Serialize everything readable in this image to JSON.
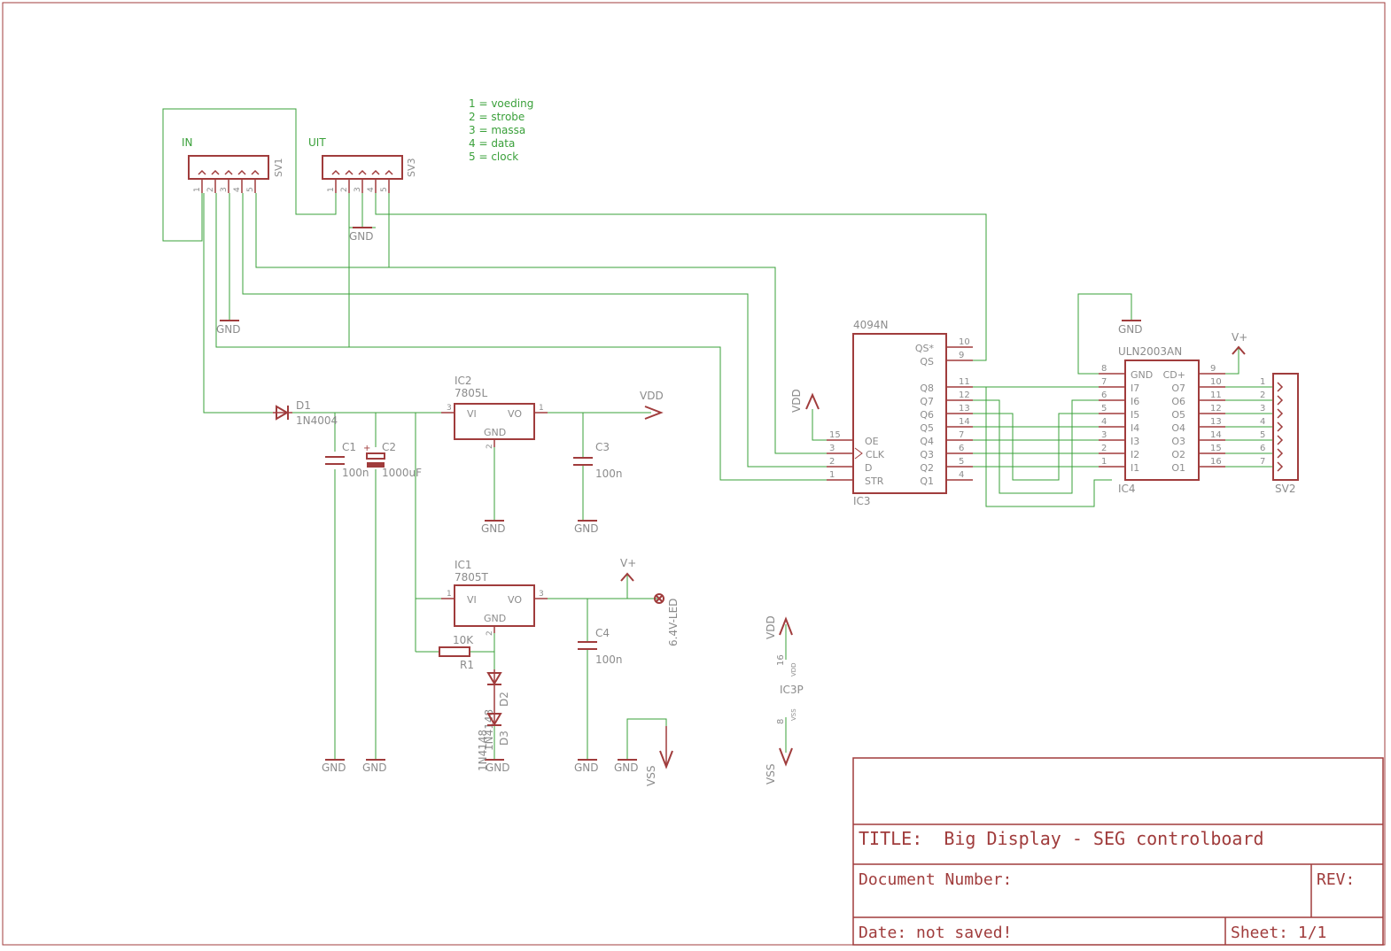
{
  "colors": {
    "net": "#3aa03a",
    "part": "#a03c3c",
    "label": "#8c8c8c",
    "text_green": "#3aa03a"
  },
  "legend": [
    "1 = voeding",
    "2 = strobe",
    "3 = massa",
    "4 = data",
    "5 = clock"
  ],
  "connectors": {
    "sv1": {
      "name": "IN",
      "ref": "SV1",
      "pins": [
        "1",
        "2",
        "3",
        "4",
        "5"
      ]
    },
    "sv3": {
      "name": "UIT",
      "ref": "SV3",
      "pins": [
        "1",
        "2",
        "3",
        "4",
        "5"
      ]
    },
    "sv2": {
      "ref": "SV2",
      "pins": [
        "1",
        "2",
        "3",
        "4",
        "5",
        "6",
        "7"
      ]
    }
  },
  "supplies": {
    "gnd": "GND",
    "vdd": "VDD",
    "vplus": "V+",
    "vss": "VSS"
  },
  "diodes": {
    "d1": {
      "ref": "D1",
      "value": "1N4004"
    },
    "d2": {
      "ref": "D2",
      "value": "1N4148"
    },
    "d3": {
      "ref": "D3",
      "value": "1N4148"
    },
    "led": {
      "value": "6.4V-LED"
    }
  },
  "caps": {
    "c1": {
      "ref": "C1",
      "value": "100n"
    },
    "c2": {
      "ref": "C2",
      "value": "1000uF"
    },
    "c3": {
      "ref": "C3",
      "value": "100n"
    },
    "c4": {
      "ref": "C4",
      "value": "100n"
    }
  },
  "resistor": {
    "ref": "R1",
    "value": "10K"
  },
  "regulators": {
    "ic2": {
      "ref": "IC2",
      "value": "7805L",
      "pin_vi": "VI",
      "pin_vo": "VO",
      "pin_gnd": "GND",
      "n_in": "3",
      "n_out": "1",
      "n_gnd": "2"
    },
    "ic1": {
      "ref": "IC1",
      "value": "7805T",
      "pin_vi": "VI",
      "pin_vo": "VO",
      "pin_gnd": "GND",
      "n_in": "1",
      "n_out": "3",
      "n_gnd": "2"
    }
  },
  "ic3": {
    "ref": "IC3",
    "value": "4094N",
    "left_pins": [
      {
        "num": "15",
        "name": "OE"
      },
      {
        "num": "3",
        "name": "CLK"
      },
      {
        "num": "2",
        "name": "D"
      },
      {
        "num": "1",
        "name": "STR"
      }
    ],
    "right_pins": [
      {
        "num": "10",
        "name": "QS*"
      },
      {
        "num": "9",
        "name": "QS"
      },
      {
        "num": "11",
        "name": "Q8"
      },
      {
        "num": "12",
        "name": "Q7"
      },
      {
        "num": "13",
        "name": "Q6"
      },
      {
        "num": "14",
        "name": "Q5"
      },
      {
        "num": "7",
        "name": "Q4"
      },
      {
        "num": "6",
        "name": "Q3"
      },
      {
        "num": "5",
        "name": "Q2"
      },
      {
        "num": "4",
        "name": "Q1"
      }
    ]
  },
  "ic4": {
    "ref": "IC4",
    "value": "ULN2003AN",
    "left_pins": [
      {
        "num": "8",
        "name": "GND"
      },
      {
        "num": "7",
        "name": "I7"
      },
      {
        "num": "6",
        "name": "I6"
      },
      {
        "num": "5",
        "name": "I5"
      },
      {
        "num": "4",
        "name": "I4"
      },
      {
        "num": "3",
        "name": "I3"
      },
      {
        "num": "2",
        "name": "I2"
      },
      {
        "num": "1",
        "name": "I1"
      }
    ],
    "right_pins": [
      {
        "num": "9",
        "name": "CD+"
      },
      {
        "num": "10",
        "name": "O7"
      },
      {
        "num": "11",
        "name": "O6"
      },
      {
        "num": "12",
        "name": "O5"
      },
      {
        "num": "13",
        "name": "O4"
      },
      {
        "num": "14",
        "name": "O3"
      },
      {
        "num": "15",
        "name": "O2"
      },
      {
        "num": "16",
        "name": "O1"
      }
    ]
  },
  "ic3p": {
    "ref": "IC3P",
    "vdd_pin": "16",
    "vdd_name": "VDD",
    "vss_pin": "8",
    "vss_name": "VSS"
  },
  "title_block": {
    "title": "TITLE:  Big Display - SEG controlboard",
    "doc_number": "Document Number:",
    "rev": "REV:",
    "date": "Date: not saved!",
    "sheet": "Sheet: 1/1"
  }
}
